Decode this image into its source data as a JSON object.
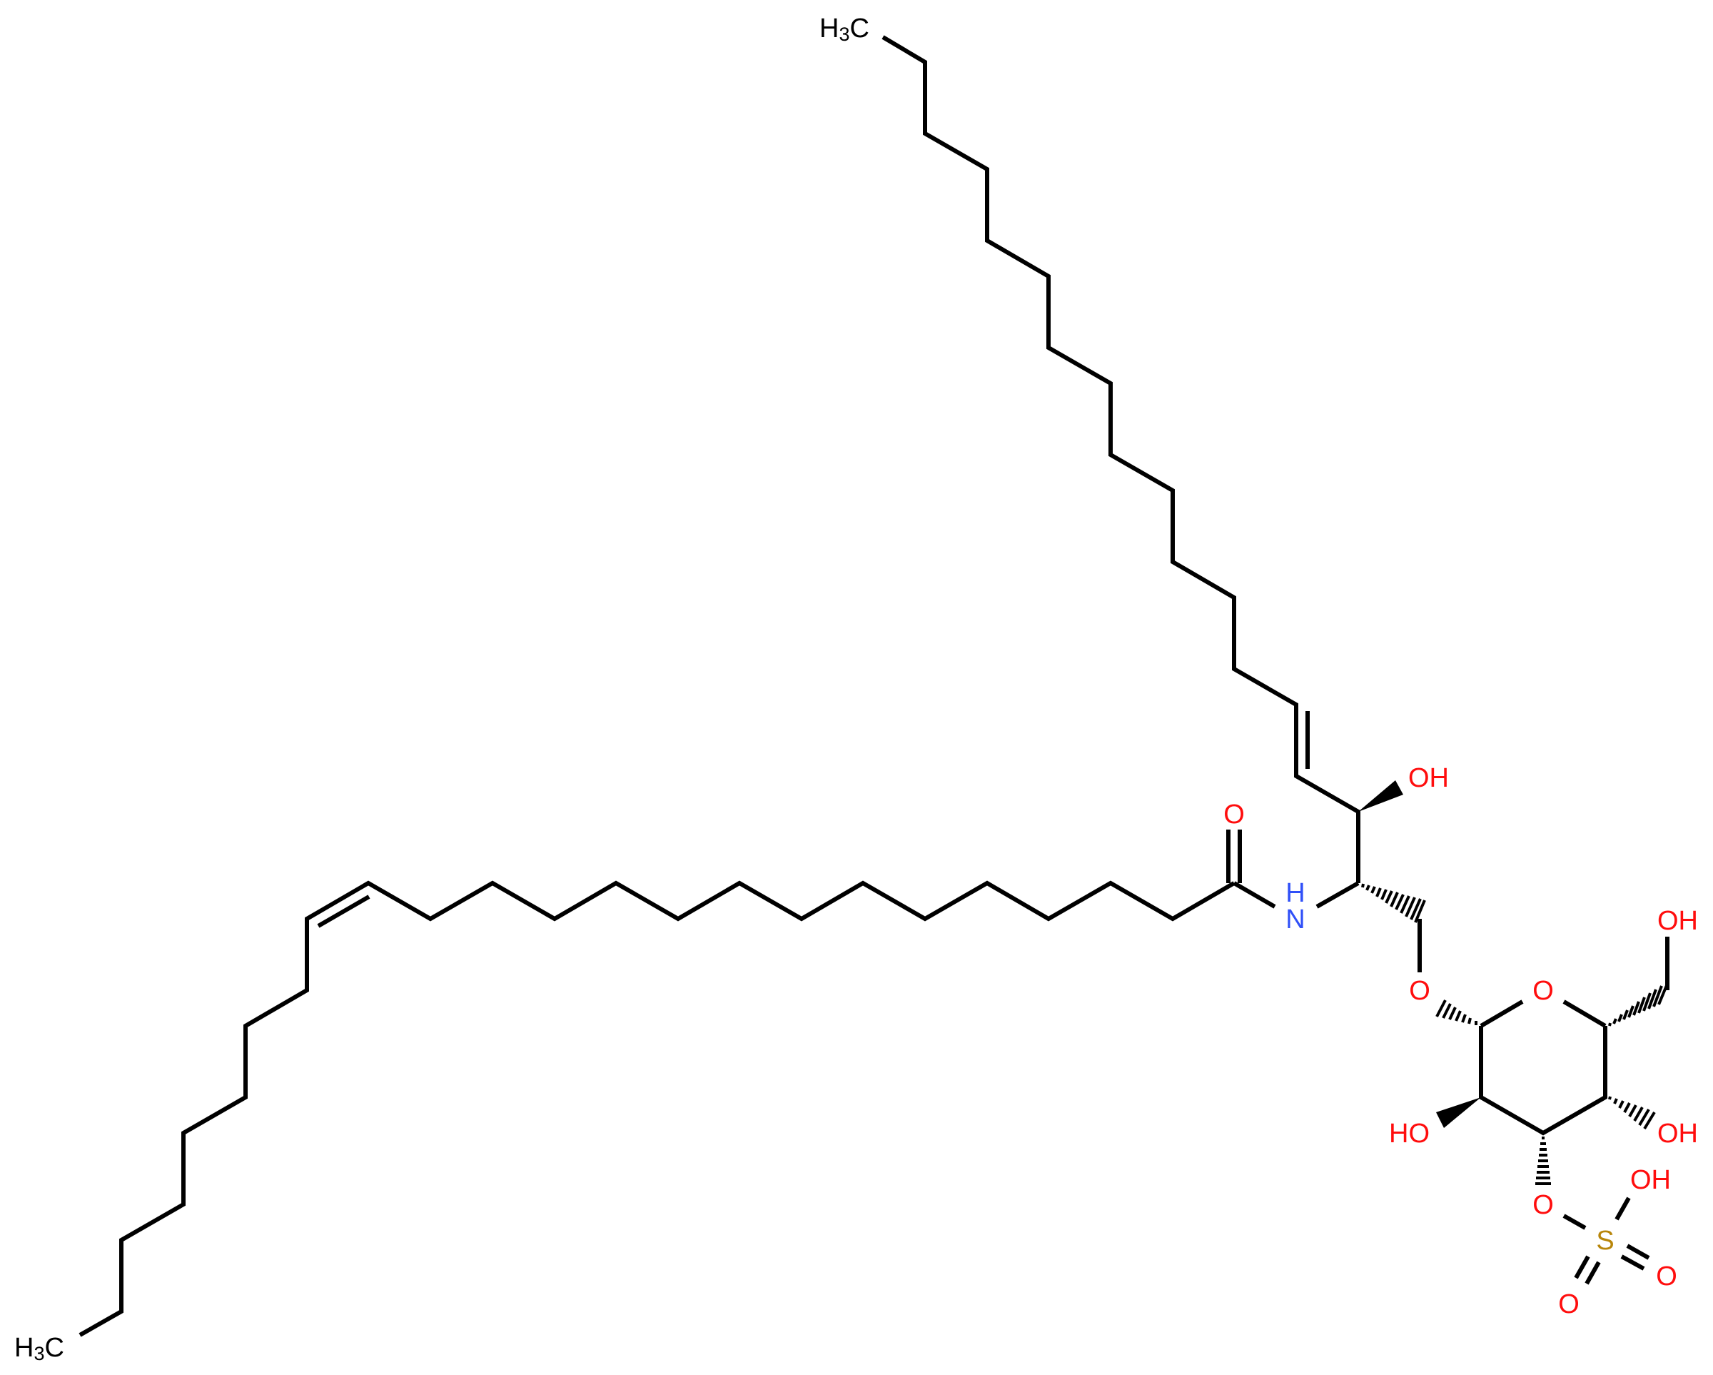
{
  "molecule": {
    "description": "Sulfated galactosylceramide (sulfatide) with a C24:1 (cis) N-acyl chain and a trans sphingosine base",
    "colors": {
      "bond": "#000000",
      "carbon": "#000000",
      "oxygen": "#FF0D0D",
      "nitrogen": "#3050F8",
      "sulfur": "#B8860B",
      "background": "#FFFFFF"
    },
    "labels": {
      "methyl_top": {
        "main": "H",
        "sub": "3",
        "tail": "C"
      },
      "methyl_bottom": {
        "main": "H",
        "sub": "3",
        "tail": "C"
      },
      "hydroxyl_sphingosine": "OH",
      "carbonyl_oxygen": "O",
      "amide_h": "H",
      "amide_n": "N",
      "glycosidic_oxygen": "O",
      "ring_oxygen": "O",
      "hydroxymethyl_oh": "OH",
      "hydroxyl_c2": "HO",
      "hydroxyl_c4": "OH",
      "ester_oxygen": "O",
      "sulfur": "S",
      "sulfate_oh": "OH",
      "sulfate_o_right": "O",
      "sulfate_o_left": "O"
    },
    "stereo_bonds": [
      {
        "name": "c3-oh",
        "type": "wedge"
      },
      {
        "name": "c2-ch2",
        "type": "hash"
      },
      {
        "name": "anomeric-c1-o",
        "type": "hash"
      },
      {
        "name": "c5-c6",
        "type": "hash"
      },
      {
        "name": "c2-oh",
        "type": "wedge"
      },
      {
        "name": "c3-osulfate",
        "type": "hash"
      },
      {
        "name": "c4-oh",
        "type": "hash"
      }
    ],
    "double_bonds": [
      "sphingosine trans C=C",
      "acyl cis C=C",
      "amide C=O",
      "S=O",
      "S=O"
    ]
  }
}
